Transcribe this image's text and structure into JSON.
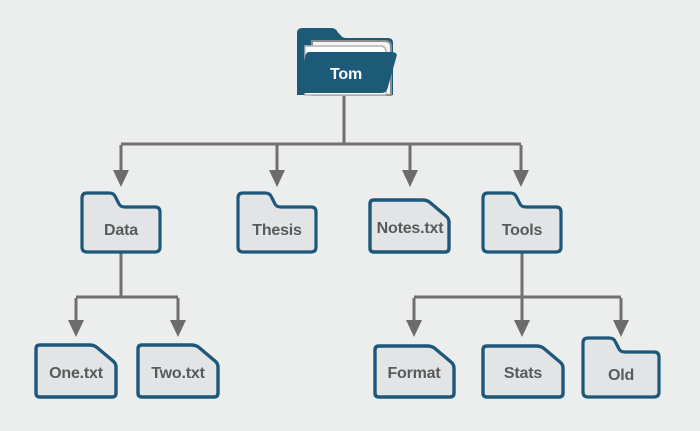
{
  "diagram": {
    "description": "File system tree diagram",
    "tree": {
      "root": {
        "label": "Tom",
        "type": "open-folder"
      },
      "children": [
        {
          "label": "Data",
          "type": "folder",
          "children": [
            {
              "label": "One.txt",
              "type": "file"
            },
            {
              "label": "Two.txt",
              "type": "file"
            }
          ]
        },
        {
          "label": "Thesis",
          "type": "folder",
          "children": []
        },
        {
          "label": "Notes.txt",
          "type": "file",
          "children": []
        },
        {
          "label": "Tools",
          "type": "folder",
          "children": [
            {
              "label": "Format",
              "type": "file"
            },
            {
              "label": "Stats",
              "type": "file"
            },
            {
              "label": "Old",
              "type": "folder"
            }
          ]
        }
      ]
    },
    "colors": {
      "background": "#eceded",
      "root_folder_fill": "#1d5a78",
      "node_fill": "#e2e4e5",
      "node_border": "#1d587a",
      "connector": "#707070",
      "label_text": "#595a5b",
      "root_label_text": "#ffffff",
      "paper": "#ffffff"
    }
  }
}
